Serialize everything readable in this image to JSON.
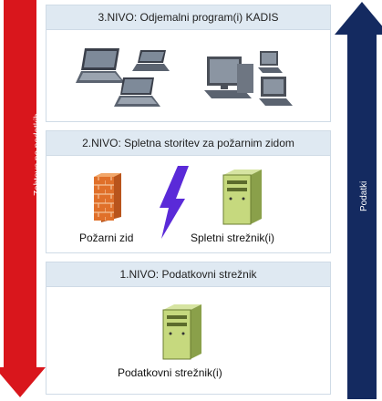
{
  "left_arrow": {
    "label": "Zahteve po podatkih",
    "color": "#d9161c"
  },
  "right_arrow": {
    "label": "Podatki",
    "color": "#142a60"
  },
  "tiers": [
    {
      "title": "3.NIVO: Odjemalni program(i) KADIS",
      "icons": [
        "laptop-icon",
        "laptop-icon",
        "laptop-icon",
        "desktop-computer-icon",
        "desktop-computer-icon",
        "desktop-computer-icon"
      ]
    },
    {
      "title": "2.NIVO: Spletna storitev za požarnim zidom",
      "firewall_label": "Požarni zid",
      "server_label": "Spletni strežnik(i)",
      "icons": [
        "firewall-icon",
        "lightning-icon",
        "server-icon"
      ]
    },
    {
      "title": "1.NIVO: Podatkovni strežnik",
      "server_label": "Podatkovni strežnik(i)",
      "icons": [
        "server-icon"
      ]
    }
  ]
}
